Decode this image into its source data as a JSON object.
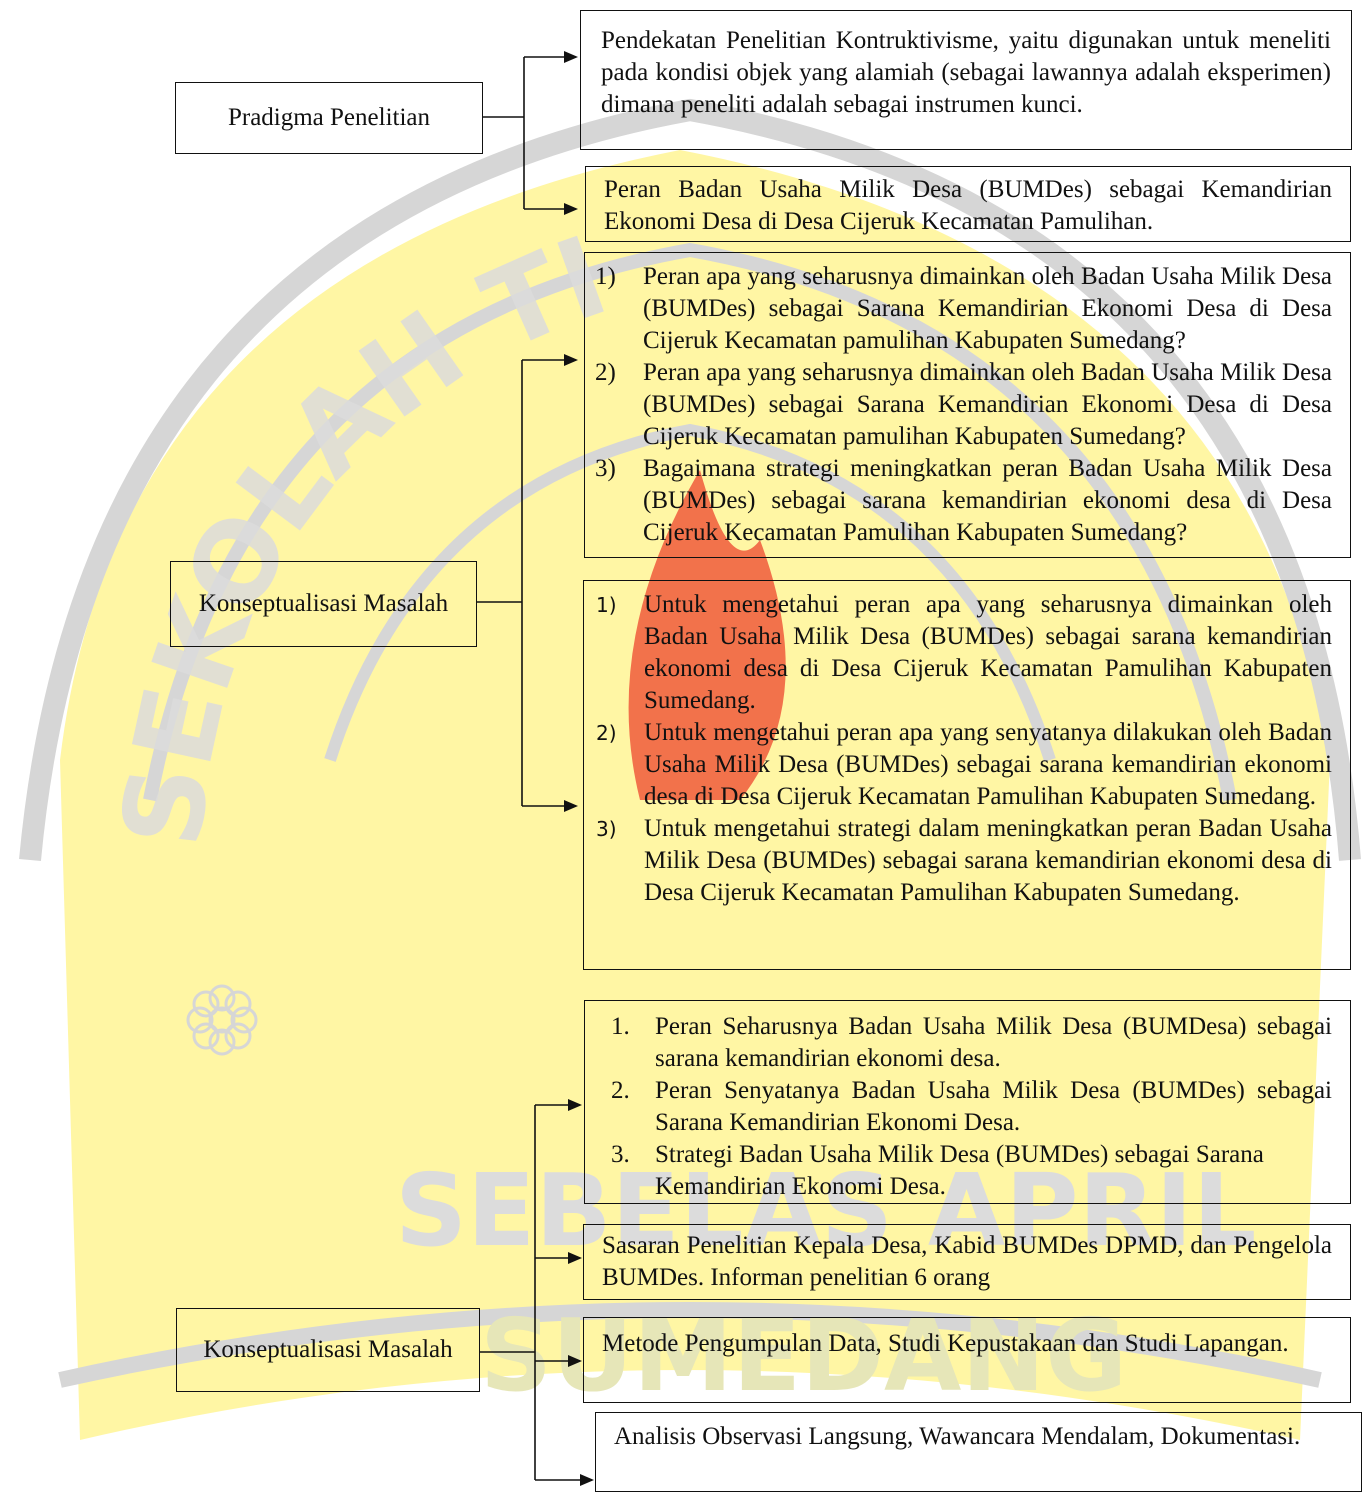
{
  "watermark": {
    "arc_text_left": "SEKOLAH TINGGI",
    "bottom_text": "SEBELAS APRIL",
    "bottom_text_2": "SUMEDANG",
    "colors": {
      "yellow": "#FFF59A",
      "grey": "#D0D0D0",
      "red": "#F05A3C"
    }
  },
  "labels": {
    "paradigma": "Pradigma Penelitian",
    "konseptualisasi_1": "Konseptualisasi Masalah",
    "konseptualisasi_2": "Konseptualisasi Masalah"
  },
  "boxes": {
    "pendekatan": "Pendekatan Penelitian Kontruktivisme, yaitu digunakan untuk meneliti pada kondisi objek yang alamiah (sebagai lawannya adalah eksperimen) dimana peneliti adalah sebagai instrumen kunci.",
    "peran": "Peran Badan Usaha Milik Desa (BUMDes) sebagai Kemandirian Ekonomi Desa di Desa Cijeruk Kecamatan Pamulihan.",
    "rumusan": [
      {
        "num": "1)",
        "text": "Peran apa yang seharusnya dimainkan oleh Badan Usaha Milik Desa (BUMDes) sebagai Sarana Kemandirian Ekonomi Desa di Desa Cijeruk Kecamatan pamulihan Kabupaten Sumedang?"
      },
      {
        "num": "2)",
        "text": "Peran apa yang seharusnya dimainkan oleh Badan Usaha Milik Desa (BUMDes) sebagai Sarana Kemandirian Ekonomi Desa di Desa Cijeruk Kecamatan pamulihan Kabupaten Sumedang?"
      },
      {
        "num": "3)",
        "text": "Bagaimana strategi meningkatkan peran Badan Usaha Milik Desa (BUMDes) sebagai sarana kemandirian ekonomi desa di Desa Cijeruk Kecamatan Pamulihan Kabupaten Sumedang?"
      }
    ],
    "tujuan": [
      {
        "num": "1)",
        "text": "Untuk mengetahui peran apa yang seharusnya dimainkan oleh Badan Usaha Milik Desa (BUMDes) sebagai sarana kemandirian ekonomi desa di Desa Cijeruk Kecamatan Pamulihan Kabupaten Sumedang."
      },
      {
        "num": "2)",
        "text": "Untuk mengetahui peran apa yang senyatanya dilakukan oleh Badan Usaha Milik Desa (BUMDes) sebagai sarana kemandirian ekonomi desa di Desa Cijeruk Kecamatan Pamulihan Kabupaten Sumedang."
      },
      {
        "num": "3)",
        "text": "Untuk mengetahui strategi dalam meningkatkan peran Badan Usaha Milik Desa (BUMDes) sebagai sarana kemandirian ekonomi desa di Desa Cijeruk Kecamatan Pamulihan Kabupaten Sumedang."
      }
    ],
    "fokus": [
      {
        "num": "1.",
        "text": "Peran Seharusnya Badan Usaha Milik Desa (BUMDesa) sebagai  sarana kemandirian ekonomi  desa."
      },
      {
        "num": "2.",
        "text": "Peran Senyatanya Badan Usaha Milik Desa (BUMDes) sebagai Sarana Kemandirian Ekonomi Desa."
      },
      {
        "num": "3.",
        "text": "Strategi Badan Usaha Milik Desa (BUMDes) sebagai Sarana Kemandirian Ekonomi Desa."
      }
    ],
    "sasaran": "Sasaran Penelitian Kepala Desa, Kabid BUMDes DPMD, dan Pengelola BUMDes. Informan penelitian 6 orang",
    "metode": "Metode Pengumpulan Data, Studi Kepustakaan dan Studi Lapangan.",
    "analisis": "Analisis Observasi Langsung, Wawancara Mendalam, Dokumentasi."
  }
}
